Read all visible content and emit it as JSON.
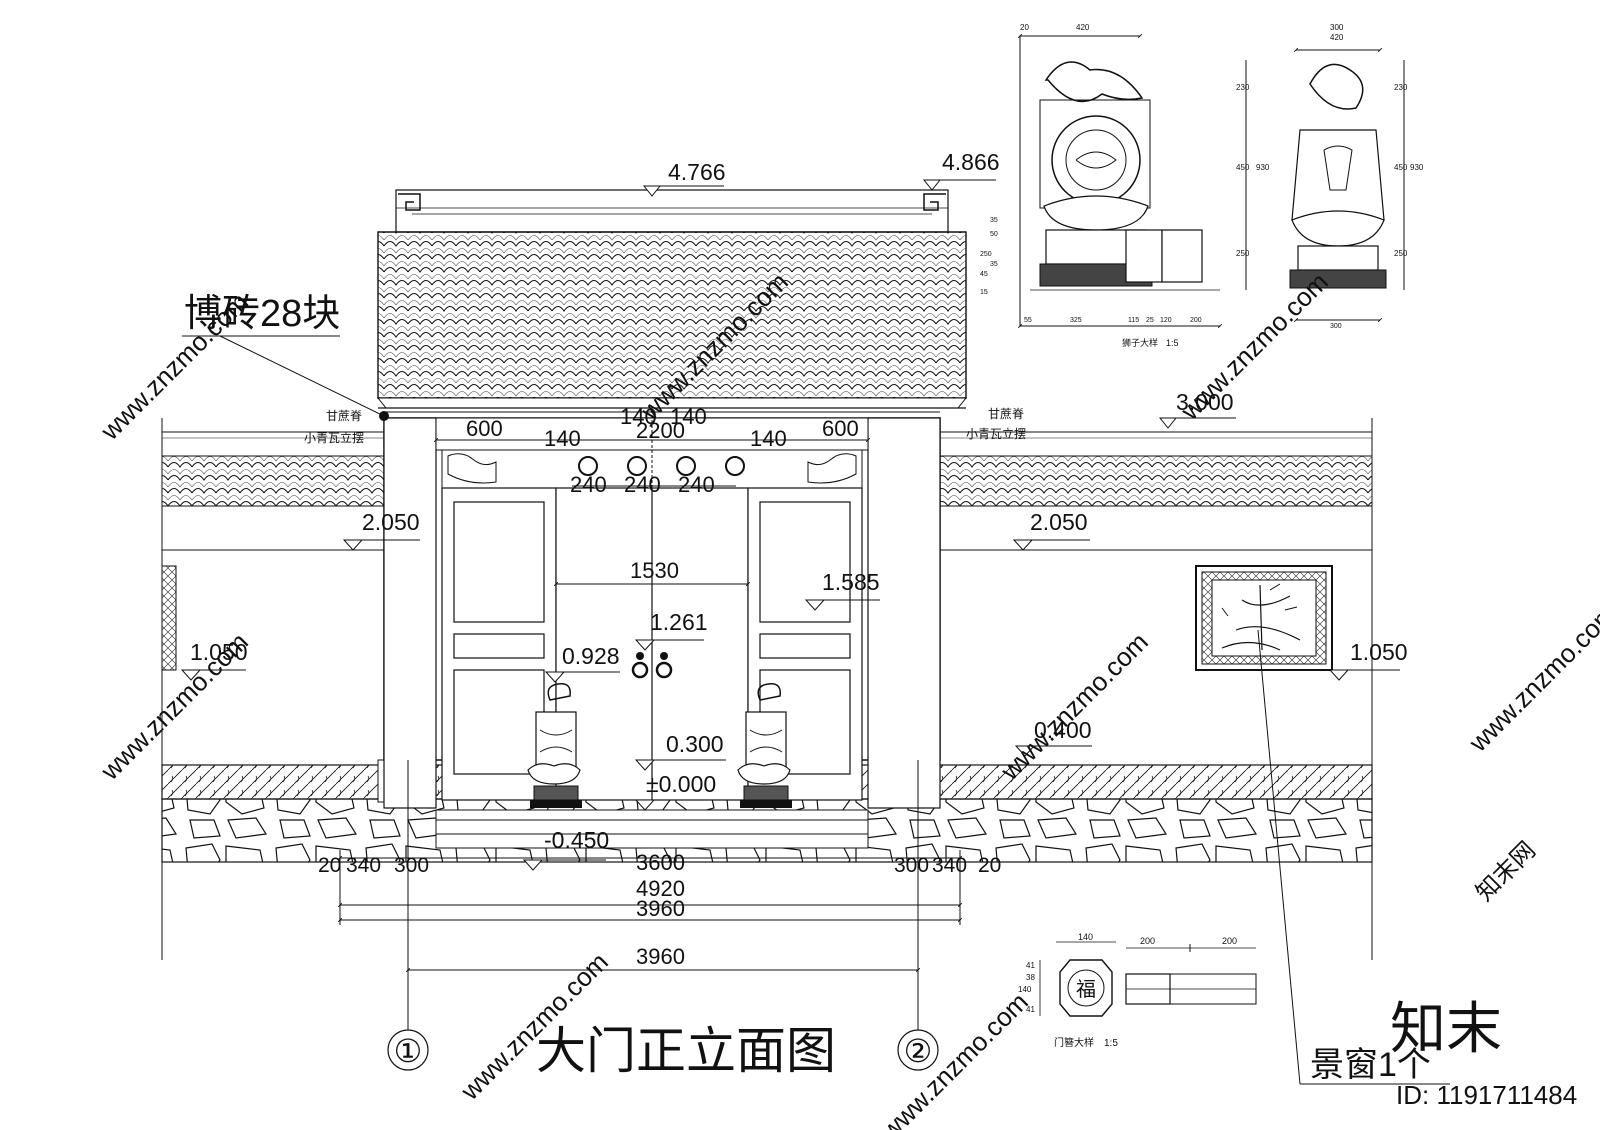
{
  "title": "大门正立面图",
  "axis_markers": {
    "left": "①",
    "right": "②"
  },
  "annotations": {
    "brick": "博砖28块",
    "window": "景窗1个",
    "ridge_left": "甘蔗脊",
    "ridge_right": "甘蔗脊",
    "tile_left": "小青瓦立摆",
    "tile_right": "小青瓦立摆"
  },
  "elevations": {
    "roof_ridge": "4.766",
    "roof_end": "4.866",
    "wall_top": "3.000",
    "eave_left": "2.050",
    "eave_right": "2.050",
    "door_panel": "1.585",
    "ring": "1.261",
    "lion_top": "0.928",
    "sill": "0.300",
    "floor": "±0.000",
    "step": "-0.450",
    "base_right": "0.400",
    "window_left": "1.050",
    "window_right": "1.050"
  },
  "dimensions": {
    "top_600_left": "600",
    "top_140_a": "140",
    "top_140_b": "140",
    "top_140_c": "140",
    "top_140_d": "140",
    "top_2200": "2200",
    "top_600_right": "600",
    "beads_240_a": "240",
    "beads_240_b": "240",
    "beads_240_c": "240",
    "door_1530": "1530",
    "bottom_20_left": "20",
    "bottom_340_left": "340",
    "bottom_300_left": "300",
    "bottom_3600": "3600",
    "bottom_300_right": "300",
    "bottom_340_right": "340",
    "bottom_20_right": "20",
    "total_4920": "4920",
    "total_3960_a": "3960",
    "total_3960_b": "3960"
  },
  "lion_detail": {
    "label": "狮子大样",
    "scale": "1:5",
    "widths_top": [
      "20",
      "420",
      "300",
      "420"
    ],
    "heights_left": [
      "35",
      "50",
      "250",
      "45",
      "35",
      "15"
    ],
    "heights_mid": [
      "230",
      "450",
      "930",
      "250"
    ],
    "heights_right": [
      "230",
      "450",
      "930",
      "250"
    ],
    "widths_bottom": [
      "55",
      "325",
      "115",
      "25",
      "120",
      "200",
      "300"
    ]
  },
  "door_stud_detail": {
    "label": "门簪大样",
    "scale": "1:5",
    "width": "140",
    "lengths": [
      "200",
      "200"
    ],
    "heights": [
      "41",
      "38",
      "140",
      "41"
    ],
    "glyph": "福"
  },
  "watermark": {
    "brand": "知末",
    "id_text": "ID: 1191711484",
    "site": "www.znzmo.com",
    "site_cn": "知末网"
  }
}
